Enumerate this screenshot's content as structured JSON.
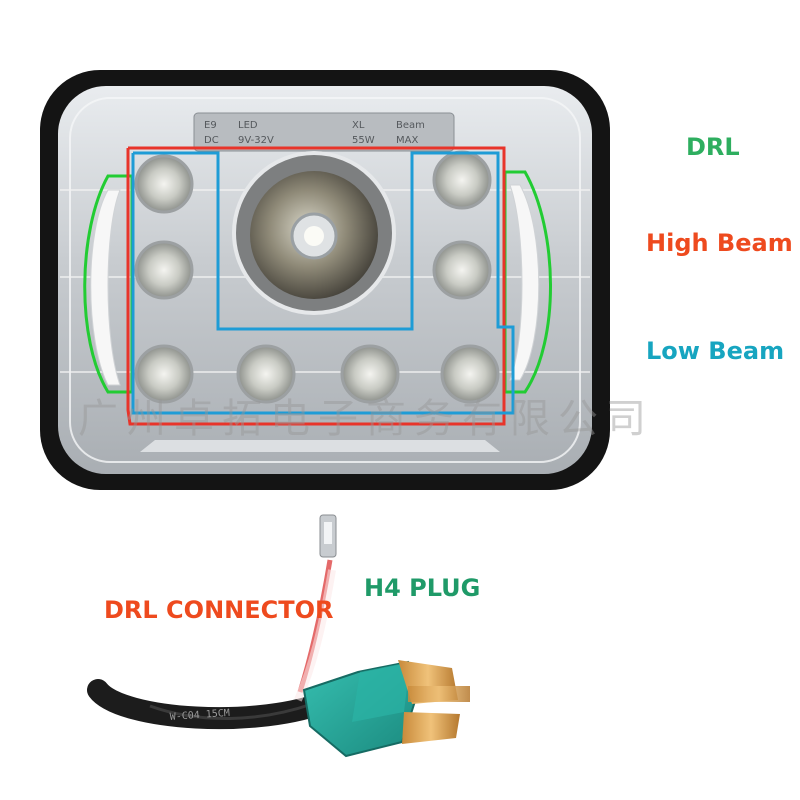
{
  "labels": {
    "drl": "DRL",
    "high_beam": "High Beam",
    "low_beam": "Low Beam",
    "drl_connector": "DRL CONNECTOR",
    "h4_plug": "H4 PLUG"
  },
  "lamp_text": {
    "row1_a": "E9",
    "row1_b": "LED",
    "row1_c": "XL",
    "row1_d": "Beam",
    "row2_a": "DC",
    "row2_b": "9V-32V",
    "row2_c": "55W",
    "row2_d": "MAX"
  },
  "cable_text": "W-C04 15CM",
  "watermark": "广州卓拓电子商务有限公司",
  "colors": {
    "drl": "#2eae5f",
    "high_beam": "#ee4a1e",
    "low_beam": "#17a5c0",
    "drl_connector": "#ee4a1e",
    "h4_plug": "#1f9a68",
    "drl_outline": "#22cc33",
    "high_outline": "#e8342a",
    "low_outline": "#1e9cd6",
    "plug_body": "#27a79a"
  }
}
